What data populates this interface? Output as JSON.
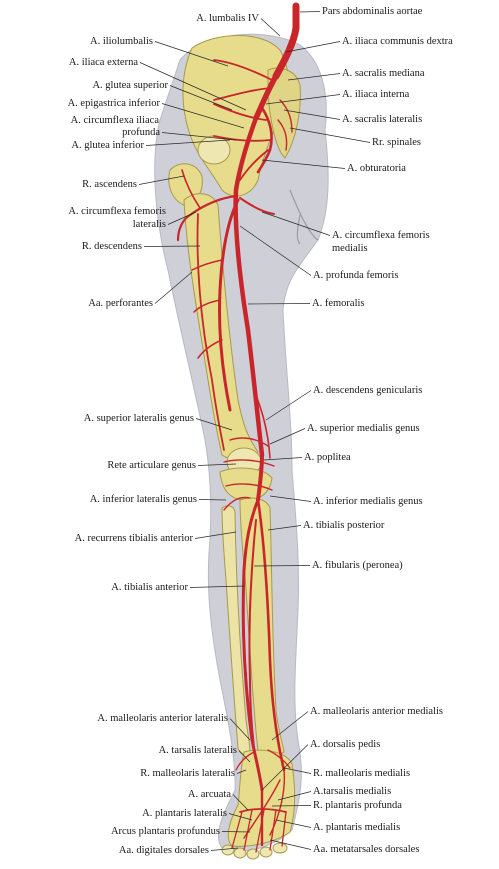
{
  "colors": {
    "background": "#ffffff",
    "skin_shadow": "#c9c9d2",
    "bone": "#e7dd8a",
    "bone_outline": "#a89a4a",
    "artery": "#c8262a",
    "leader": "#2a2a2a"
  },
  "labels": {
    "lumbalis_iv": "A. lumbalis IV",
    "pars_abdominalis": "Pars abdominalis aortae",
    "iliolumbalis": "A. iliolumbalis",
    "iliaca_communis": "A. iliaca communis dextra",
    "iliaca_externa": "A. iliaca externa",
    "sacralis_mediana": "A. sacralis mediana",
    "glutea_superior": "A. glutea superior",
    "iliaca_interna": "A. iliaca interna",
    "epigastrica_inferior": "A. epigastrica inferior",
    "circumflexa_iliaca_1": "A. circumflexa iliaca",
    "circumflexa_iliaca_2": "profunda",
    "sacralis_lateralis": "A. sacralis lateralis",
    "glutea_inferior": "A. glutea inferior",
    "rr_spinales": "Rr. spinales",
    "obturatoria": "A. obturatoria",
    "r_ascendens": "R. ascendens",
    "circ_fem_lat_1": "A. circumflexa femoris",
    "circ_fem_lat_2": "lateralis",
    "circ_fem_med_1": "A. circumflexa femoris",
    "circ_fem_med_2": "medialis",
    "r_descendens": "R. descendens",
    "profunda_femoris": "A. profunda femoris",
    "perforantes": "Aa. perforantes",
    "femoralis": "A. femoralis",
    "descendens_genicularis": "A. descendens genicularis",
    "sup_lat_genus": "A. superior lateralis genus",
    "sup_med_genus": "A. superior medialis genus",
    "rete_articulare": "Rete articulare genus",
    "poplitea": "A. poplitea",
    "inf_lat_genus": "A. inferior lateralis genus",
    "inf_med_genus": "A. inferior medialis genus",
    "tibialis_posterior": "A. tibialis posterior",
    "recurrens_tibialis": "A. recurrens tibialis anterior",
    "fibularis": "A. fibularis (peronea)",
    "tibialis_anterior": "A. tibialis anterior",
    "malleolaris_ant_lat": "A. malleolaris anterior lateralis",
    "malleolaris_ant_med": "A. malleolaris anterior medialis",
    "dorsalis_pedis": "A. dorsalis pedis",
    "tarsalis_lateralis": "A. tarsalis lateralis",
    "r_malleolaris_lat": "R. malleolaris lateralis",
    "r_malleolaris_med": "R. malleolaris medialis",
    "tarsalis_medialis": "A.tarsalis  medialis",
    "arcuata": "A. arcuata",
    "r_plantaris_profunda": "R. plantaris profunda",
    "plantaris_lateralis": "A. plantaris lateralis",
    "plantaris_medialis": "A. plantaris medialis",
    "arcus_plantaris": "Arcus plantaris profundus",
    "digitales_dorsales": "Aa. digitales dorsales",
    "metatarsales_dorsales": "Aa. metatarsales dorsales"
  }
}
